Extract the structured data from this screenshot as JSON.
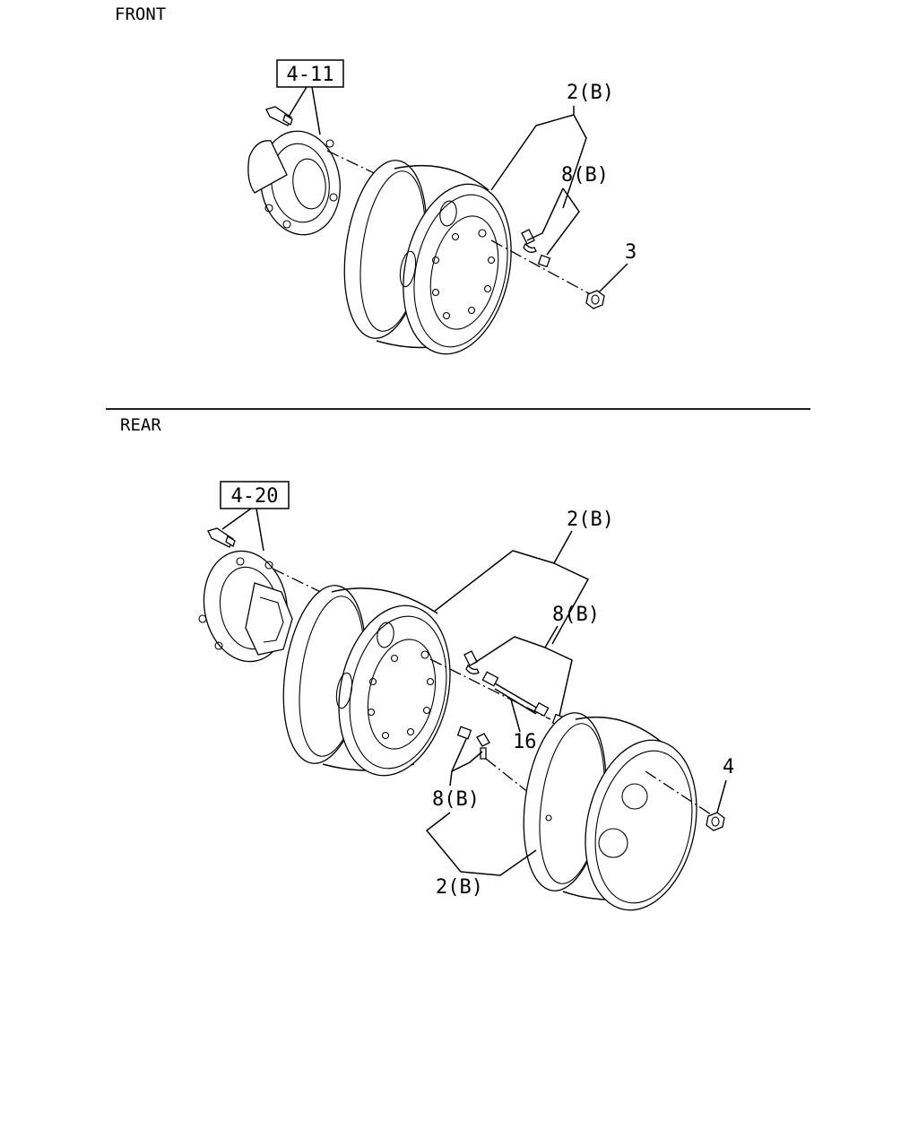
{
  "sections": {
    "front": "FRONT",
    "rear": "REAR"
  },
  "front": {
    "ref_box": "4-11",
    "callouts": {
      "rim": "2(B)",
      "valve": "8(B)",
      "nut": "3"
    }
  },
  "rear": {
    "ref_box": "4-20",
    "callouts": {
      "inner_rim": "2(B)",
      "inner_valve": "8(B)",
      "extension": "16",
      "outer_valve": "8(B)",
      "outer_rim": "2(B)",
      "nut": "4"
    }
  }
}
